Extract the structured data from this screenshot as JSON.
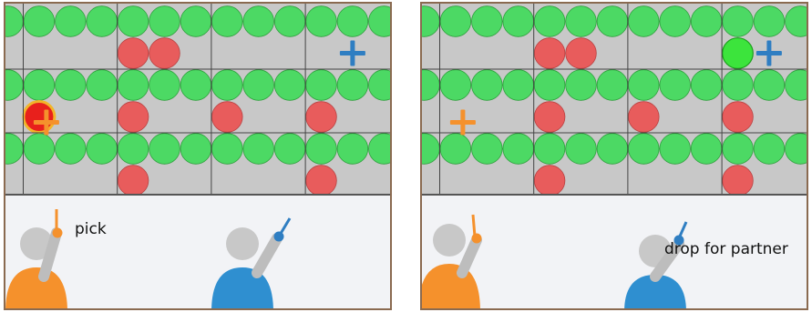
{
  "colors": {
    "board": "#c8c8c8",
    "grid_line": "#444444",
    "ball_green": "#4cd964",
    "ball_green_stroke": "#2e9e3c",
    "ball_red": "#e85c5c",
    "ball_red_stroke": "#b84040",
    "ball_highlight_green": "#3ce43c",
    "ball_selected_red": "#e8201c",
    "ball_selected_ring": "#f2b52a",
    "cursor_orange": "#f5912c",
    "cursor_blue": "#2f7ec2",
    "person_orange": "#f5912c",
    "person_blue": "#2f8fd0",
    "person_head": "#c8c8c8",
    "floor": "#f2f3f6",
    "panel_border": "#8a6a50"
  },
  "panels": [
    {
      "id": "left",
      "caption": "pick",
      "red_balls": [
        [
          4,
          1
        ],
        [
          5,
          1
        ],
        [
          4,
          3
        ],
        [
          7,
          3
        ],
        [
          10,
          3
        ],
        [
          4,
          5
        ],
        [
          10,
          5
        ]
      ],
      "special_ball": {
        "col": 1,
        "row": 3,
        "state": "selected-red"
      },
      "cursor_orange_cell": [
        1,
        3
      ],
      "cursor_blue_cell": [
        11,
        1
      ],
      "orange_arm": "raised",
      "blue_arm": "raised"
    },
    {
      "id": "right",
      "caption": "drop for partner",
      "red_balls": [
        [
          4,
          1
        ],
        [
          5,
          1
        ],
        [
          4,
          3
        ],
        [
          7,
          3
        ],
        [
          10,
          3
        ],
        [
          4,
          5
        ],
        [
          10,
          5
        ]
      ],
      "special_ball": {
        "col": 10,
        "row": 1,
        "state": "placed-green"
      },
      "cursor_orange_cell": [
        1,
        3
      ],
      "cursor_blue_cell": [
        11,
        1
      ],
      "orange_arm": "raised",
      "blue_arm": "raised"
    }
  ]
}
